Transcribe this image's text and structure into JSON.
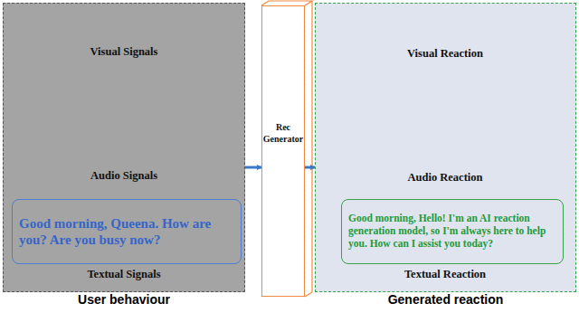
{
  "diagram": {
    "nodes": [
      {
        "text": [
          "User behaviour"
        ]
      },
      {
        "text": [
          "Good morning, Queena. How are you? Are you busy now?"
        ],
        "in": 0
      },
      {
        "text": [
          "Rec Generator"
        ]
      },
      {
        "text": [
          "Generated reaction"
        ]
      },
      {
        "text": [
          "Good morning, Hello! I'm an AI reaction generation model, so I'm always here to help you. How can I assist you today?"
        ],
        "in": 3
      }
    ],
    "edges": [
      {
        "from": 0,
        "to": 2,
        "arrow": "to"
      },
      {
        "from": 2,
        "to": 3,
        "arrow": "to"
      }
    ],
    "labels": [
      "Visual Signals",
      "Audio Signals",
      "Textual Signals",
      "Visual Reaction",
      "Audio Reaction",
      "Textual Reaction"
    ]
  }
}
